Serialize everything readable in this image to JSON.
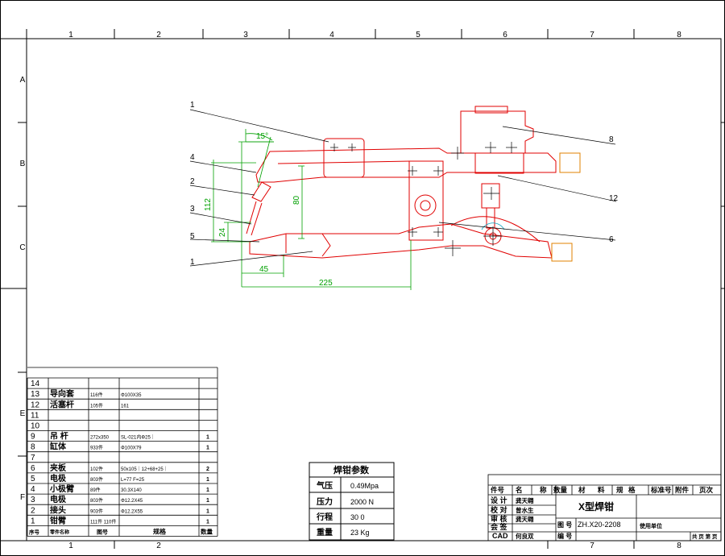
{
  "border": {
    "top_columns": [
      "1",
      "2",
      "3",
      "4",
      "5",
      "6",
      "7",
      "8"
    ],
    "bottom_columns": [
      "1",
      "2",
      "7",
      "8"
    ],
    "rows": [
      "A",
      "B",
      "C",
      "E",
      "F"
    ]
  },
  "callouts": [
    {
      "id": "c1a",
      "label": "1"
    },
    {
      "id": "c4",
      "label": "4"
    },
    {
      "id": "c2",
      "label": "2"
    },
    {
      "id": "c3",
      "label": "3"
    },
    {
      "id": "c5",
      "label": "5"
    },
    {
      "id": "c1b",
      "label": "1"
    },
    {
      "id": "c8",
      "label": "8"
    },
    {
      "id": "c12",
      "label": "12"
    },
    {
      "id": "c6",
      "label": "6"
    }
  ],
  "dimensions": {
    "angle": "15°",
    "height_112": "112",
    "height_80": "80",
    "height_24": "24",
    "width_45": "45",
    "width_225": "225"
  },
  "parts_table": {
    "rows": [
      {
        "no": "14",
        "name": "",
        "size": "",
        "spec": "",
        "qty": ""
      },
      {
        "no": "13",
        "name": "导向套",
        "size": "116件",
        "spec": "Φ100X35",
        "qty": ""
      },
      {
        "no": "12",
        "name": "活塞杆",
        "size": "105件",
        "spec": "161",
        "qty": ""
      },
      {
        "no": "11",
        "name": "",
        "size": "",
        "spec": "",
        "qty": ""
      },
      {
        "no": "10",
        "name": "",
        "size": "",
        "spec": "",
        "qty": ""
      },
      {
        "no": "9",
        "name": "吊  杆",
        "size": "272x350",
        "spec": "SL-021内Φ25｜",
        "qty": "1"
      },
      {
        "no": "8",
        "name": "缸体",
        "size": "933件",
        "spec": "Φ100X79",
        "qty": "1"
      },
      {
        "no": "7",
        "name": "",
        "size": "",
        "spec": "",
        "qty": ""
      },
      {
        "no": "6",
        "name": "夹板",
        "size": "102件",
        "spec": "50x105｜12+68+25｜",
        "qty": "2"
      },
      {
        "no": "5",
        "name": "电极",
        "size": "803件",
        "spec": "L=77 F=25",
        "qty": "1"
      },
      {
        "no": "4",
        "name": "小极臂",
        "size": "89件",
        "spec": "30.3X140",
        "qty": "1"
      },
      {
        "no": "3",
        "name": "电极",
        "size": "803件",
        "spec": "Φ12.2X45",
        "qty": "1"
      },
      {
        "no": "2",
        "name": "接头",
        "size": "903件",
        "spec": "Φ12.2X55",
        "qty": "1"
      },
      {
        "no": "1",
        "name": "钳臂",
        "size": "111件    110件",
        "spec": "",
        "qty": "1"
      }
    ],
    "header": {
      "no": "序号",
      "name": "零件名称",
      "size": "图号",
      "spec": "规格",
      "qty": "数量"
    }
  },
  "params_table": {
    "title": "焊钳参数",
    "rows": [
      {
        "label": "气压",
        "value": "0.49Mpa"
      },
      {
        "label": "压力",
        "value": "2000 N"
      },
      {
        "label": "行程",
        "value": "30   0"
      },
      {
        "label": "重量",
        "value": "23  Kg"
      }
    ]
  },
  "title_block": {
    "header": [
      "件号",
      "名",
      "称",
      "数量",
      "材",
      "料",
      "规",
      "格",
      "标准号",
      "附件",
      "页次"
    ],
    "roles": [
      {
        "role": "设  计",
        "person": "龚天翱"
      },
      {
        "role": "校  对",
        "person": "曾水生"
      },
      {
        "role": "审  核",
        "person": "龚天翱"
      },
      {
        "role": "会  签",
        "person": ""
      },
      {
        "role": "CAD",
        "person": "何良双"
      }
    ],
    "drawing_title": "X型焊钳",
    "drawing_no_label": "图  号",
    "drawing_no": "ZH.X20-2208",
    "code_label": "编  号",
    "user_label": "使用单位",
    "pages": "共  页  第  页"
  },
  "colors": {
    "frame": "#000000",
    "part": "#e00000",
    "dimension": "#00a000"
  }
}
